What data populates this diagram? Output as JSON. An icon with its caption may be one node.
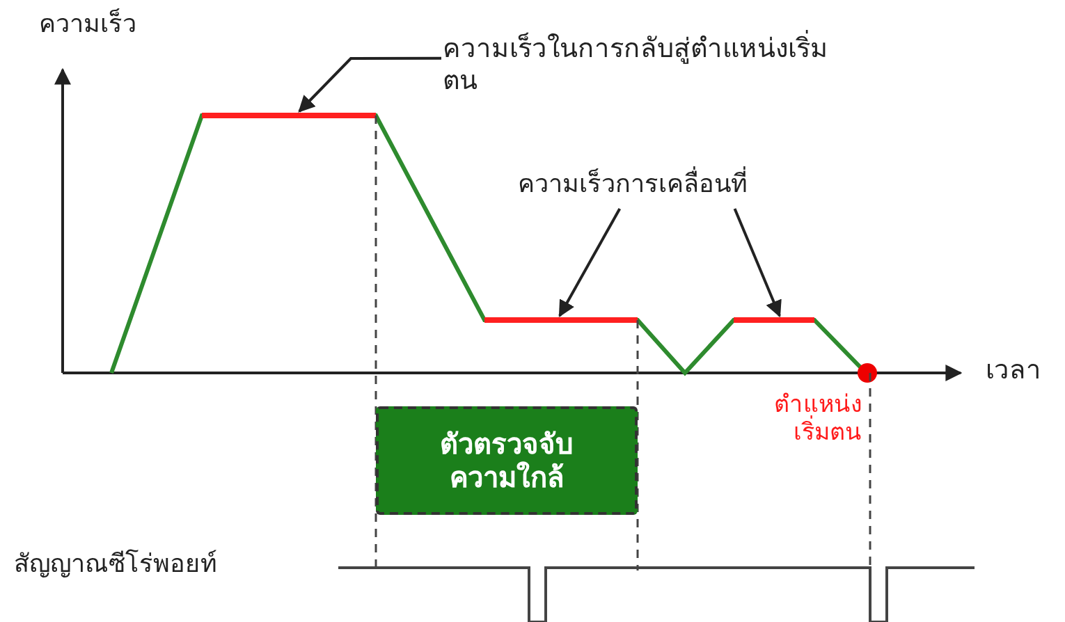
{
  "diagram": {
    "nodes": [
      {
        "text": [
          "ความเร็วในการกลับสู่ตำแหน่งเริ่มตน"
        ]
      },
      {
        "text": [
          "ความเร็วการเคลื่อนที่"
        ]
      },
      {
        "text": [
          "ตัวตรวจจับความใกล้"
        ]
      }
    ],
    "edges": [
      {
        "from": 0,
        "to": null,
        "arrow": "to"
      },
      {
        "from": 1,
        "to": null,
        "arrow": "to"
      },
      {
        "from": 1,
        "to": null,
        "arrow": "to"
      }
    ],
    "labels": [
      "ความเร็ว",
      "เวลา",
      "ตำแหน่งเริ่มตน",
      "สัญญาณซีโร่พอยท์"
    ]
  }
}
